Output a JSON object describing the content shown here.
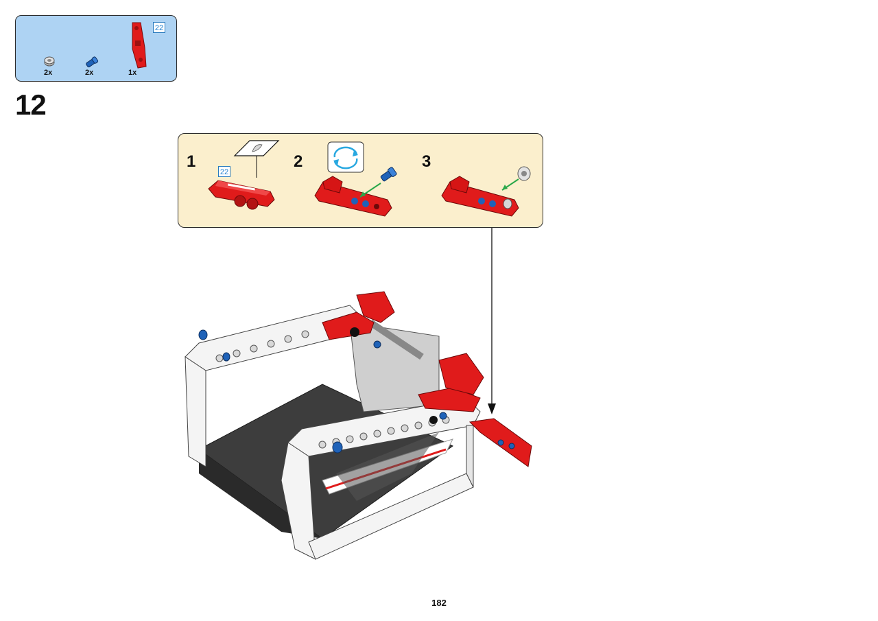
{
  "parts_list": {
    "items": [
      {
        "icon": "bush-icon",
        "quantity": "2x",
        "color": "#c9c9c9"
      },
      {
        "icon": "blue-pin-icon",
        "quantity": "2x",
        "color": "#1f62b8"
      },
      {
        "icon": "red-beam-icon",
        "quantity": "1x",
        "color": "#e01b1b"
      }
    ],
    "badge": "22"
  },
  "step": {
    "number": "12"
  },
  "substeps": [
    {
      "label": "1",
      "badge": "22"
    },
    {
      "label": "2"
    },
    {
      "label": "3"
    }
  ],
  "colors": {
    "parts_bg": "#aed3f3",
    "substep_bg": "#fbefcd",
    "red": "#e01b1b",
    "blue": "#1f62b8",
    "arrow_green": "#2aa84a"
  },
  "page": {
    "number": "182"
  }
}
